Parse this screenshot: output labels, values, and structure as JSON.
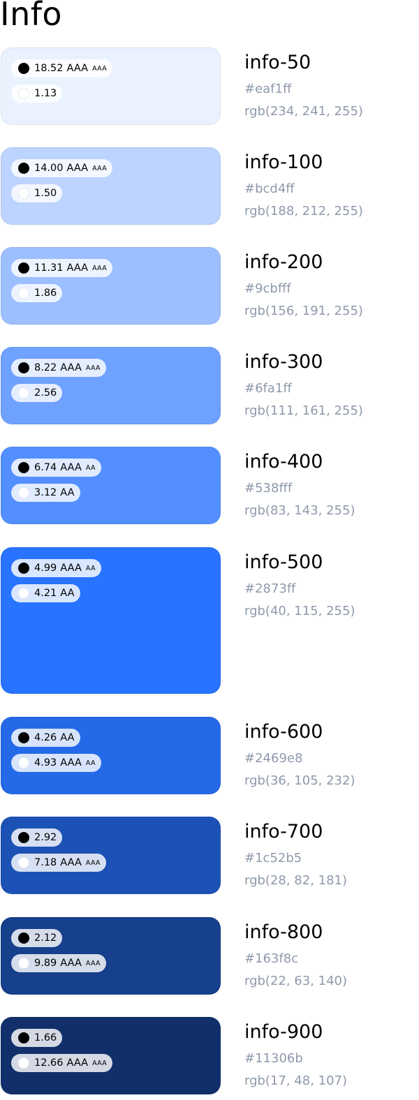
{
  "page": {
    "title": "Info"
  },
  "swatches": [
    {
      "name": "info-50",
      "hex": "#eaf1ff",
      "rgb": "rgb(234, 241, 255)",
      "black": {
        "ratio": "18.52",
        "level": "AAA",
        "level_small": "AAA"
      },
      "white": {
        "ratio": "1.13",
        "level": "",
        "level_small": ""
      }
    },
    {
      "name": "info-100",
      "hex": "#bcd4ff",
      "rgb": "rgb(188, 212, 255)",
      "black": {
        "ratio": "14.00",
        "level": "AAA",
        "level_small": "AAA"
      },
      "white": {
        "ratio": "1.50",
        "level": "",
        "level_small": ""
      }
    },
    {
      "name": "info-200",
      "hex": "#9cbfff",
      "rgb": "rgb(156, 191, 255)",
      "black": {
        "ratio": "11.31",
        "level": "AAA",
        "level_small": "AAA"
      },
      "white": {
        "ratio": "1.86",
        "level": "",
        "level_small": ""
      }
    },
    {
      "name": "info-300",
      "hex": "#6fa1ff",
      "rgb": "rgb(111, 161, 255)",
      "black": {
        "ratio": "8.22",
        "level": "AAA",
        "level_small": "AAA"
      },
      "white": {
        "ratio": "2.56",
        "level": "",
        "level_small": ""
      }
    },
    {
      "name": "info-400",
      "hex": "#538fff",
      "rgb": "rgb(83, 143, 255)",
      "black": {
        "ratio": "6.74",
        "level": "AAA",
        "level_small": "AA"
      },
      "white": {
        "ratio": "3.12",
        "level": "AA",
        "level_small": ""
      }
    },
    {
      "name": "info-500",
      "hex": "#2873ff",
      "rgb": "rgb(40, 115, 255)",
      "black": {
        "ratio": "4.99",
        "level": "AAA",
        "level_small": "AA"
      },
      "white": {
        "ratio": "4.21",
        "level": "AA",
        "level_small": ""
      }
    },
    {
      "name": "info-600",
      "hex": "#2469e8",
      "rgb": "rgb(36, 105, 232)",
      "black": {
        "ratio": "4.26",
        "level": "AA",
        "level_small": ""
      },
      "white": {
        "ratio": "4.93",
        "level": "AAA",
        "level_small": "AA"
      }
    },
    {
      "name": "info-700",
      "hex": "#1c52b5",
      "rgb": "rgb(28, 82, 181)",
      "black": {
        "ratio": "2.92",
        "level": "",
        "level_small": ""
      },
      "white": {
        "ratio": "7.18",
        "level": "AAA",
        "level_small": "AAA"
      }
    },
    {
      "name": "info-800",
      "hex": "#163f8c",
      "rgb": "rgb(22, 63, 140)",
      "black": {
        "ratio": "2.12",
        "level": "",
        "level_small": ""
      },
      "white": {
        "ratio": "9.89",
        "level": "AAA",
        "level_small": "AAA"
      }
    },
    {
      "name": "info-900",
      "hex": "#11306b",
      "rgb": "rgb(17, 48, 107)",
      "black": {
        "ratio": "1.66",
        "level": "",
        "level_small": ""
      },
      "white": {
        "ratio": "12.66",
        "level": "AAA",
        "level_small": "AAA"
      }
    }
  ]
}
